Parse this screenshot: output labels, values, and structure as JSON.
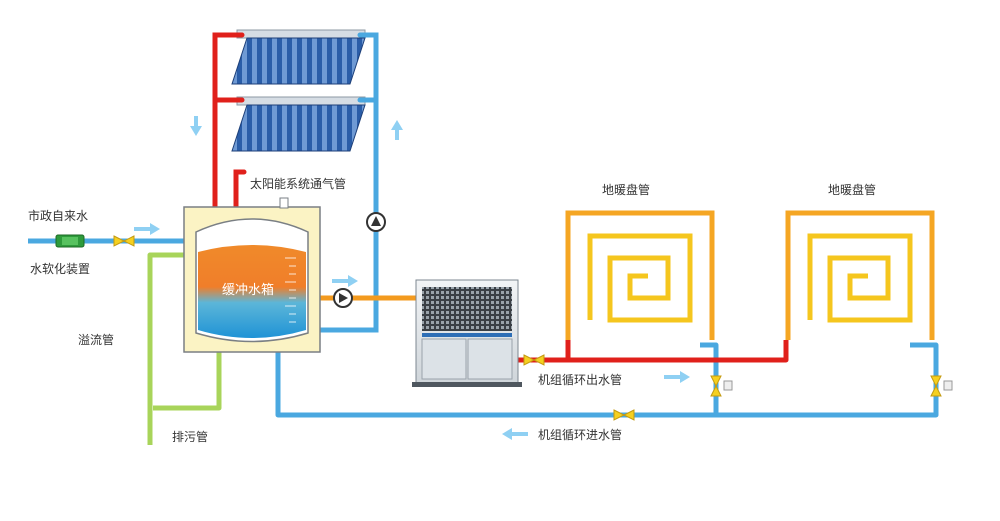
{
  "labels": {
    "water_inlet": "市政自来水",
    "softener": "水软化装置",
    "overflow_pipe": "溢流管",
    "drain_pipe": "排污管",
    "solar_vent": "太阳能系统通气管",
    "buffer_tank": "缓冲水箱",
    "floor_heating_1": "地暖盘管",
    "floor_heating_2": "地暖盘管",
    "unit_outlet": "机组循环出水管",
    "unit_inlet": "机组循环进水管"
  },
  "colors": {
    "hot_pipe": "#e0201b",
    "cold_pipe": "#4aa8e0",
    "overflow_pipe": "#a8d45a",
    "pump_line": "#f39a1e",
    "coil_outer": "#f5a623",
    "coil_inner": "#f5d020",
    "flow_arrow": "#8fd0f3",
    "tank_hot": "#f08a2a",
    "tank_cold": "#3aa6dc",
    "tank_insulation": "#fbf3c4"
  },
  "icons": {
    "pump": "pump-icon",
    "valve": "valve-icon",
    "arrow": "flow-arrow-icon"
  }
}
